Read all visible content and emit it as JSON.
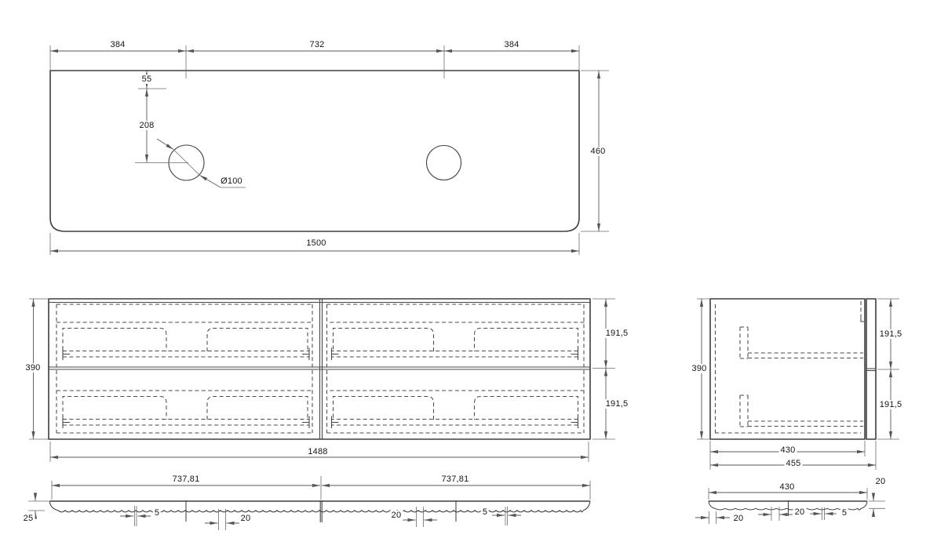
{
  "page": {
    "background": "#ffffff",
    "line_color": "#3e3e3e",
    "dim_color": "#555555"
  },
  "dims": {
    "top_view": {
      "left_span": "384",
      "mid_span": "732",
      "right_span": "384",
      "hole_edge_offset": "55",
      "hole_center_offset": "208",
      "hole_diameter": "Ø100",
      "depth": "460",
      "total_width": "1500"
    },
    "front_view": {
      "height": "390",
      "upper_drawer": "191,5",
      "lower_drawer": "191,5",
      "cabinet_width": "1488"
    },
    "side_view": {
      "height": "390",
      "upper_drawer": "191,5",
      "lower_drawer": "191,5",
      "inner_depth": "430",
      "total_depth": "455"
    },
    "section_front": {
      "left_half": "737,81",
      "right_half": "737,81",
      "panel_thickness": "25",
      "gap_outer_left": "5",
      "gap_inner_left": "20",
      "gap_inner_right": "20",
      "gap_outer_right": "5"
    },
    "section_side": {
      "width": "430",
      "panel_thickness": "20",
      "gap_left": "20",
      "gap_center": "20",
      "gap_right": "5"
    }
  }
}
